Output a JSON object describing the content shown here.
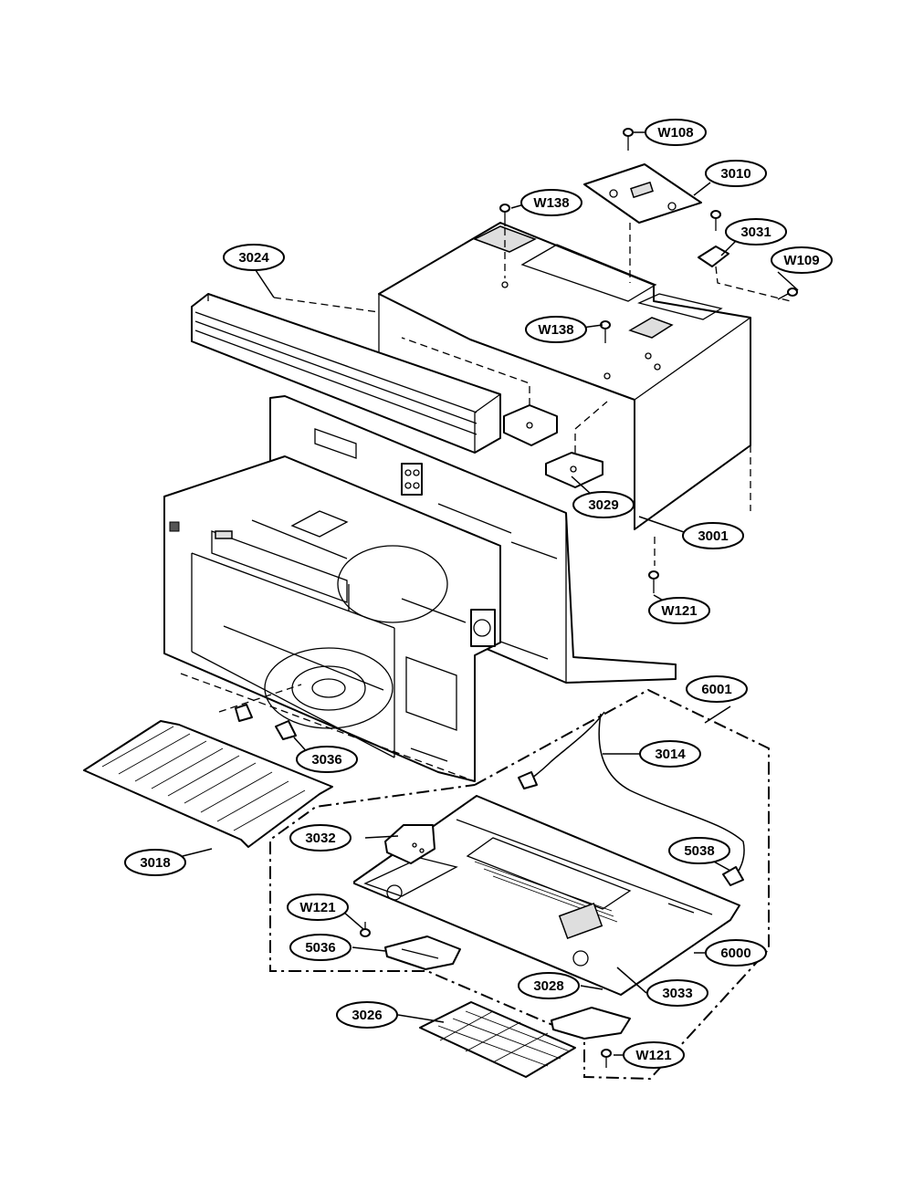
{
  "diagram": {
    "callouts": [
      {
        "id": "W108",
        "label": "W108"
      },
      {
        "id": "3010",
        "label": "3010"
      },
      {
        "id": "W138a",
        "label": "W138"
      },
      {
        "id": "3031",
        "label": "3031"
      },
      {
        "id": "W109",
        "label": "W109"
      },
      {
        "id": "3024",
        "label": "3024"
      },
      {
        "id": "W138b",
        "label": "W138"
      },
      {
        "id": "3029",
        "label": "3029"
      },
      {
        "id": "3001",
        "label": "3001"
      },
      {
        "id": "W121a",
        "label": "W121"
      },
      {
        "id": "6001",
        "label": "6001"
      },
      {
        "id": "3014",
        "label": "3014"
      },
      {
        "id": "3036",
        "label": "3036"
      },
      {
        "id": "3018",
        "label": "3018"
      },
      {
        "id": "3032",
        "label": "3032"
      },
      {
        "id": "5038",
        "label": "5038"
      },
      {
        "id": "W121b",
        "label": "W121"
      },
      {
        "id": "5036",
        "label": "5036"
      },
      {
        "id": "6000",
        "label": "6000"
      },
      {
        "id": "3028",
        "label": "3028"
      },
      {
        "id": "3033",
        "label": "3033"
      },
      {
        "id": "3026",
        "label": "3026"
      },
      {
        "id": "W121c",
        "label": "W121"
      }
    ]
  }
}
